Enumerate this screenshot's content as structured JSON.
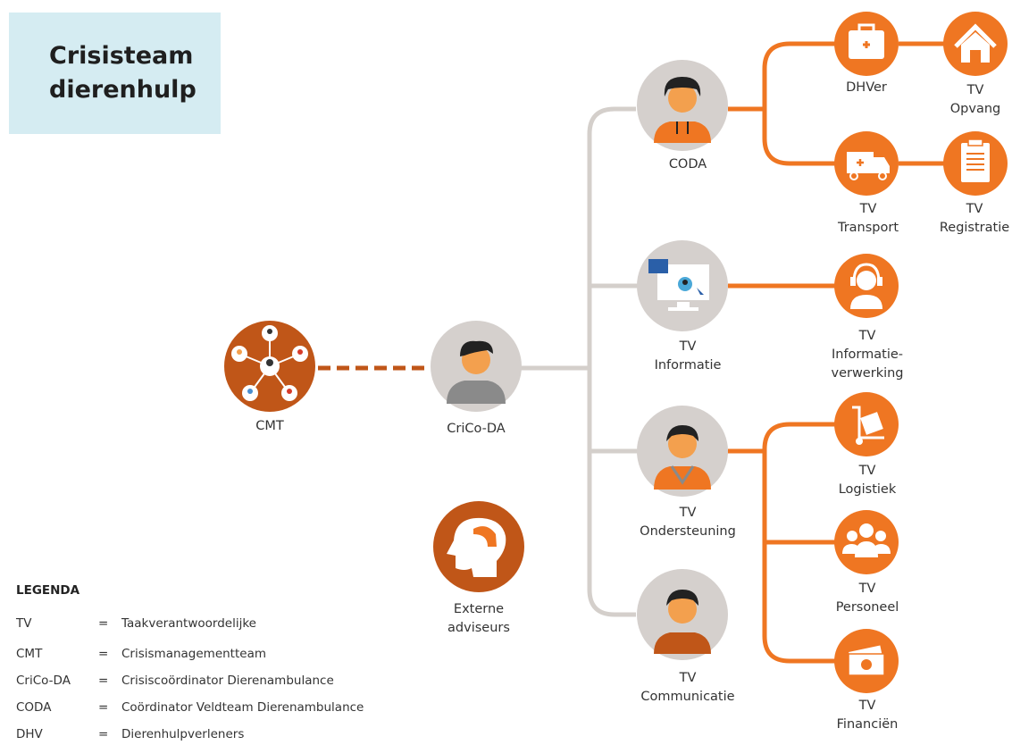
{
  "title": {
    "line1": "Crisisteam",
    "line2": "dierenhulp"
  },
  "colors": {
    "orange": "#ef7622",
    "brown": "#c05618",
    "grey_circle": "#d5d0cd",
    "grey_line": "#d4cfcb",
    "title_bg": "#d5ecf2"
  },
  "nodes": {
    "cmt": {
      "label": "CMT",
      "icon": "network-people-icon"
    },
    "crico": {
      "label": "CriCo-DA",
      "icon": "person-icon"
    },
    "externe": {
      "line1": "Externe",
      "line2": "adviseurs",
      "icon": "head-brain-icon"
    },
    "coda": {
      "label": "CODA",
      "icon": "vet-person-icon"
    },
    "informatie": {
      "line1": "TV",
      "line2": "Informatie",
      "icon": "computer-screen-icon"
    },
    "ondersteuning": {
      "line1": "TV",
      "line2": "Ondersteuning",
      "icon": "vest-person-icon"
    },
    "communicatie": {
      "line1": "TV",
      "line2": "Communicatie",
      "icon": "person-icon"
    },
    "dhver": {
      "label": "DHVer",
      "icon": "medical-kit-icon"
    },
    "opvang": {
      "line1": "TV",
      "line2": "Opvang",
      "icon": "house-icon"
    },
    "transport": {
      "line1": "TV",
      "line2": "Transport",
      "icon": "ambulance-icon"
    },
    "registratie": {
      "line1": "TV",
      "line2": "Registratie",
      "icon": "clipboard-icon"
    },
    "informatieverwerking": {
      "line1": "TV",
      "line2": "Informatie-",
      "line3": "verwerking",
      "icon": "headset-icon"
    },
    "logistiek": {
      "line1": "TV",
      "line2": "Logistiek",
      "icon": "hand-truck-icon"
    },
    "personeel": {
      "line1": "TV",
      "line2": "Personeel",
      "icon": "group-icon"
    },
    "financien": {
      "line1": "TV",
      "line2": "Financiën",
      "icon": "money-icon"
    }
  },
  "legend": {
    "title": "LEGENDA",
    "rows": [
      {
        "abbr": "TV",
        "eq": "=",
        "def": "Taakverantwoordelijke"
      },
      {
        "abbr": "CMT",
        "eq": "=",
        "def": "Crisismanagementteam"
      },
      {
        "abbr": "CriCo-DA",
        "eq": "=",
        "def": "Crisiscoördinator Dierenambulance"
      },
      {
        "abbr": "CODA",
        "eq": "=",
        "def": "Coördinator Veldteam Dierenambulance"
      },
      {
        "abbr": "DHV",
        "eq": "=",
        "def": "Dierenhulpverleners"
      }
    ]
  }
}
